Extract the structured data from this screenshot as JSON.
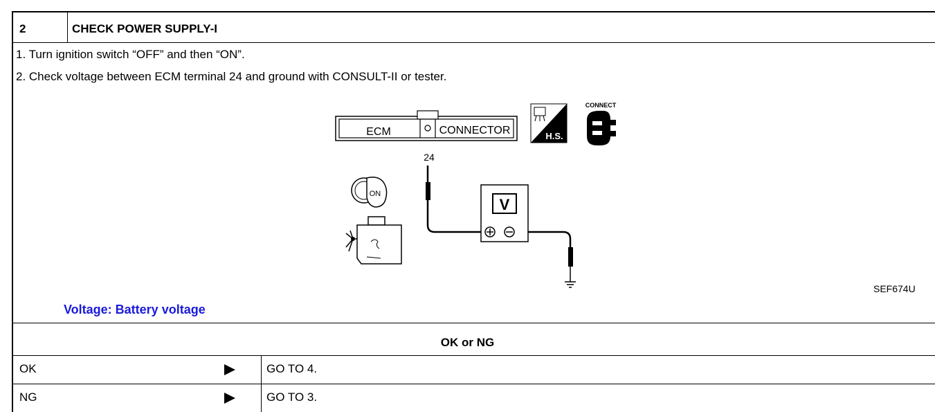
{
  "step": {
    "number": "2",
    "title": "CHECK POWER SUPPLY-I"
  },
  "instructions": [
    "1.  Turn ignition switch “OFF” and then “ON”.",
    "2.  Check voltage between ECM terminal 24 and ground with CONSULT-II or tester."
  ],
  "figure": {
    "ecm_label": "ECM",
    "connector_label": "CONNECTOR",
    "terminal": "24",
    "meter_label": "V",
    "switch_label": "ON",
    "hs_label": "H.S.",
    "connect_label": "CONNECT",
    "code": "SEF674U"
  },
  "spec": "Voltage: Battery voltage",
  "decision": {
    "heading": "OK or NG",
    "rows": [
      {
        "label": "OK",
        "action": "GO TO 4."
      },
      {
        "label": "NG",
        "action": "GO TO 3."
      }
    ]
  },
  "icons": [
    "ignition-key-icon",
    "engine-icon",
    "hs-icon",
    "connect-icon",
    "ground-icon",
    "right-triangle-arrow-icon"
  ]
}
